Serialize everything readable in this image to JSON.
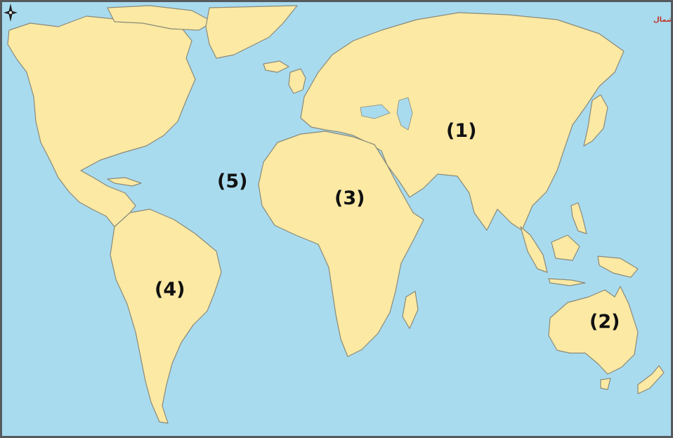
{
  "map": {
    "labels": {
      "asia": "(1)",
      "australia": "(2)",
      "africa": "(3)",
      "south_america": "(4)",
      "atlantic_ocean": "(5)"
    },
    "compass": {
      "north_label": "الشمال",
      "icon": "compass-rose-icon"
    },
    "colors": {
      "ocean": "#a9dbef",
      "land": "#fbe9a4",
      "frame": "#555a5e",
      "north_label": "#c0392b"
    }
  }
}
